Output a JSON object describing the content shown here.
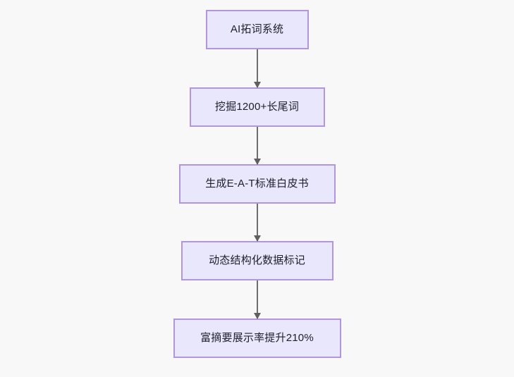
{
  "diagram": {
    "type": "flowchart",
    "direction": "top-to-bottom",
    "background_color": "#f8f8f8",
    "node_fill_color": "#e9e7fb",
    "node_border_color": "#b296dd",
    "node_text_color": "#20202c",
    "connector_color": "#6e6e6e",
    "nodes": [
      {
        "id": "node-1",
        "label": "AI拓词系统"
      },
      {
        "id": "node-2",
        "label": "挖掘1200+长尾词"
      },
      {
        "id": "node-3",
        "label": "生成E-A-T标准白皮书"
      },
      {
        "id": "node-4",
        "label": "动态结构化数据标记"
      },
      {
        "id": "node-5",
        "label": "富摘要展示率提升210%"
      }
    ],
    "edges": [
      {
        "id": "edge-1",
        "from": "node-1",
        "to": "node-2",
        "arrow": "down-arrow"
      },
      {
        "id": "edge-2",
        "from": "node-2",
        "to": "node-3",
        "arrow": "down-arrow"
      },
      {
        "id": "edge-3",
        "from": "node-3",
        "to": "node-4",
        "arrow": "down-arrow"
      },
      {
        "id": "edge-4",
        "from": "node-4",
        "to": "node-5",
        "arrow": "down-arrow"
      }
    ]
  }
}
